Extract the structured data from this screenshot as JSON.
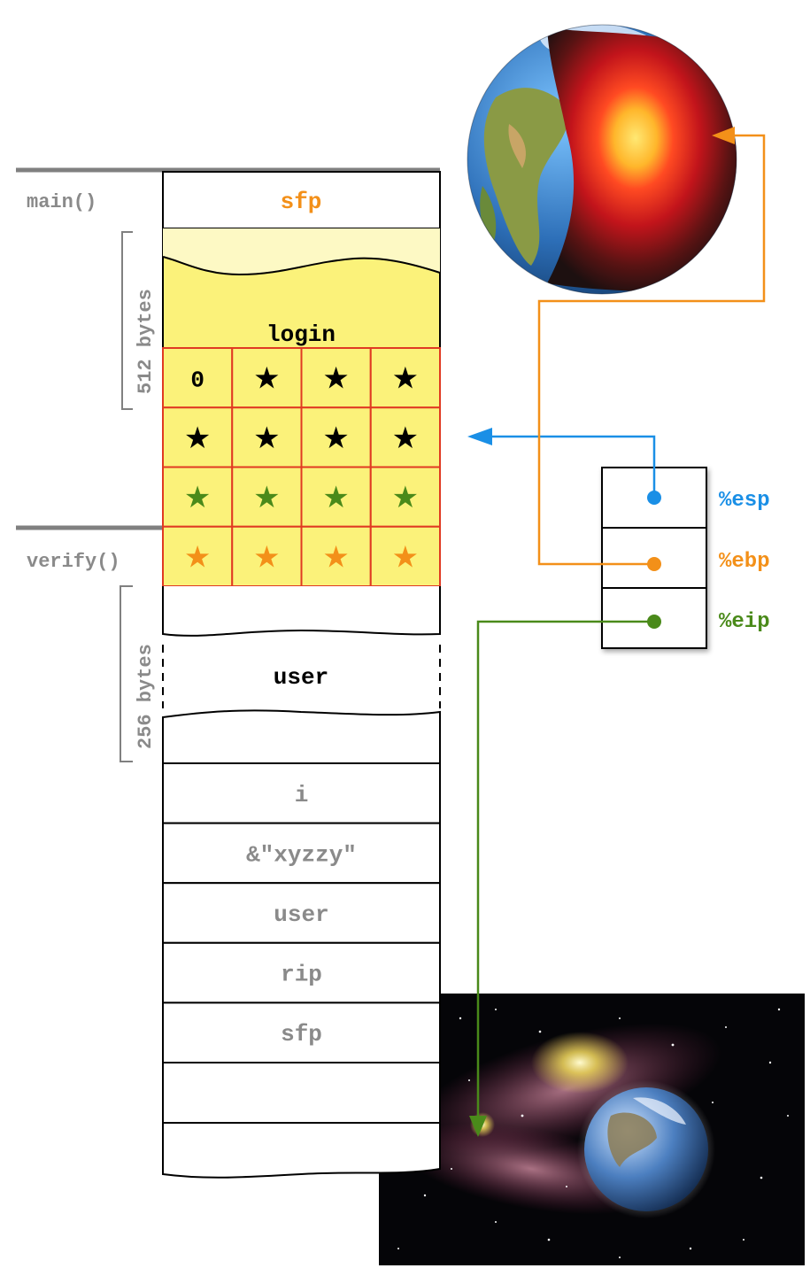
{
  "frames": {
    "main_label": "main()",
    "verify_label": "verify()"
  },
  "sizes": {
    "login_size": "512 bytes",
    "user_size": "256 bytes"
  },
  "stack": {
    "sfp_top": "sfp",
    "login_label": "login",
    "user_label": "user",
    "slots": [
      "i",
      "&\"xyzzy\"",
      "user",
      "rip",
      "sfp"
    ]
  },
  "login_grid": {
    "rows": [
      [
        "0",
        "★",
        "★",
        "★"
      ],
      [
        "★",
        "★",
        "★",
        "★"
      ],
      [
        "★",
        "★",
        "★",
        "★"
      ],
      [
        "★",
        "★",
        "★",
        "★"
      ]
    ],
    "row_colors": [
      "#000000",
      "#000000",
      "#4a8a1a",
      "#f39019"
    ],
    "first_cell_color": "#000000"
  },
  "registers": {
    "esp": "%esp",
    "ebp": "%ebp",
    "eip": "%eip"
  },
  "colors": {
    "esp": "#1a8fe6",
    "ebp": "#f39019",
    "eip": "#4a8a1a",
    "sfp": "#f39019",
    "cell_fill": "#fbf27a",
    "cell_border": "#e03a22",
    "frame_line": "#808080",
    "muted_text": "#8a8a8a"
  },
  "images": {
    "top_right": "earth-core-cutaway-icon",
    "bottom_right": "galaxy-with-earth-icon"
  }
}
